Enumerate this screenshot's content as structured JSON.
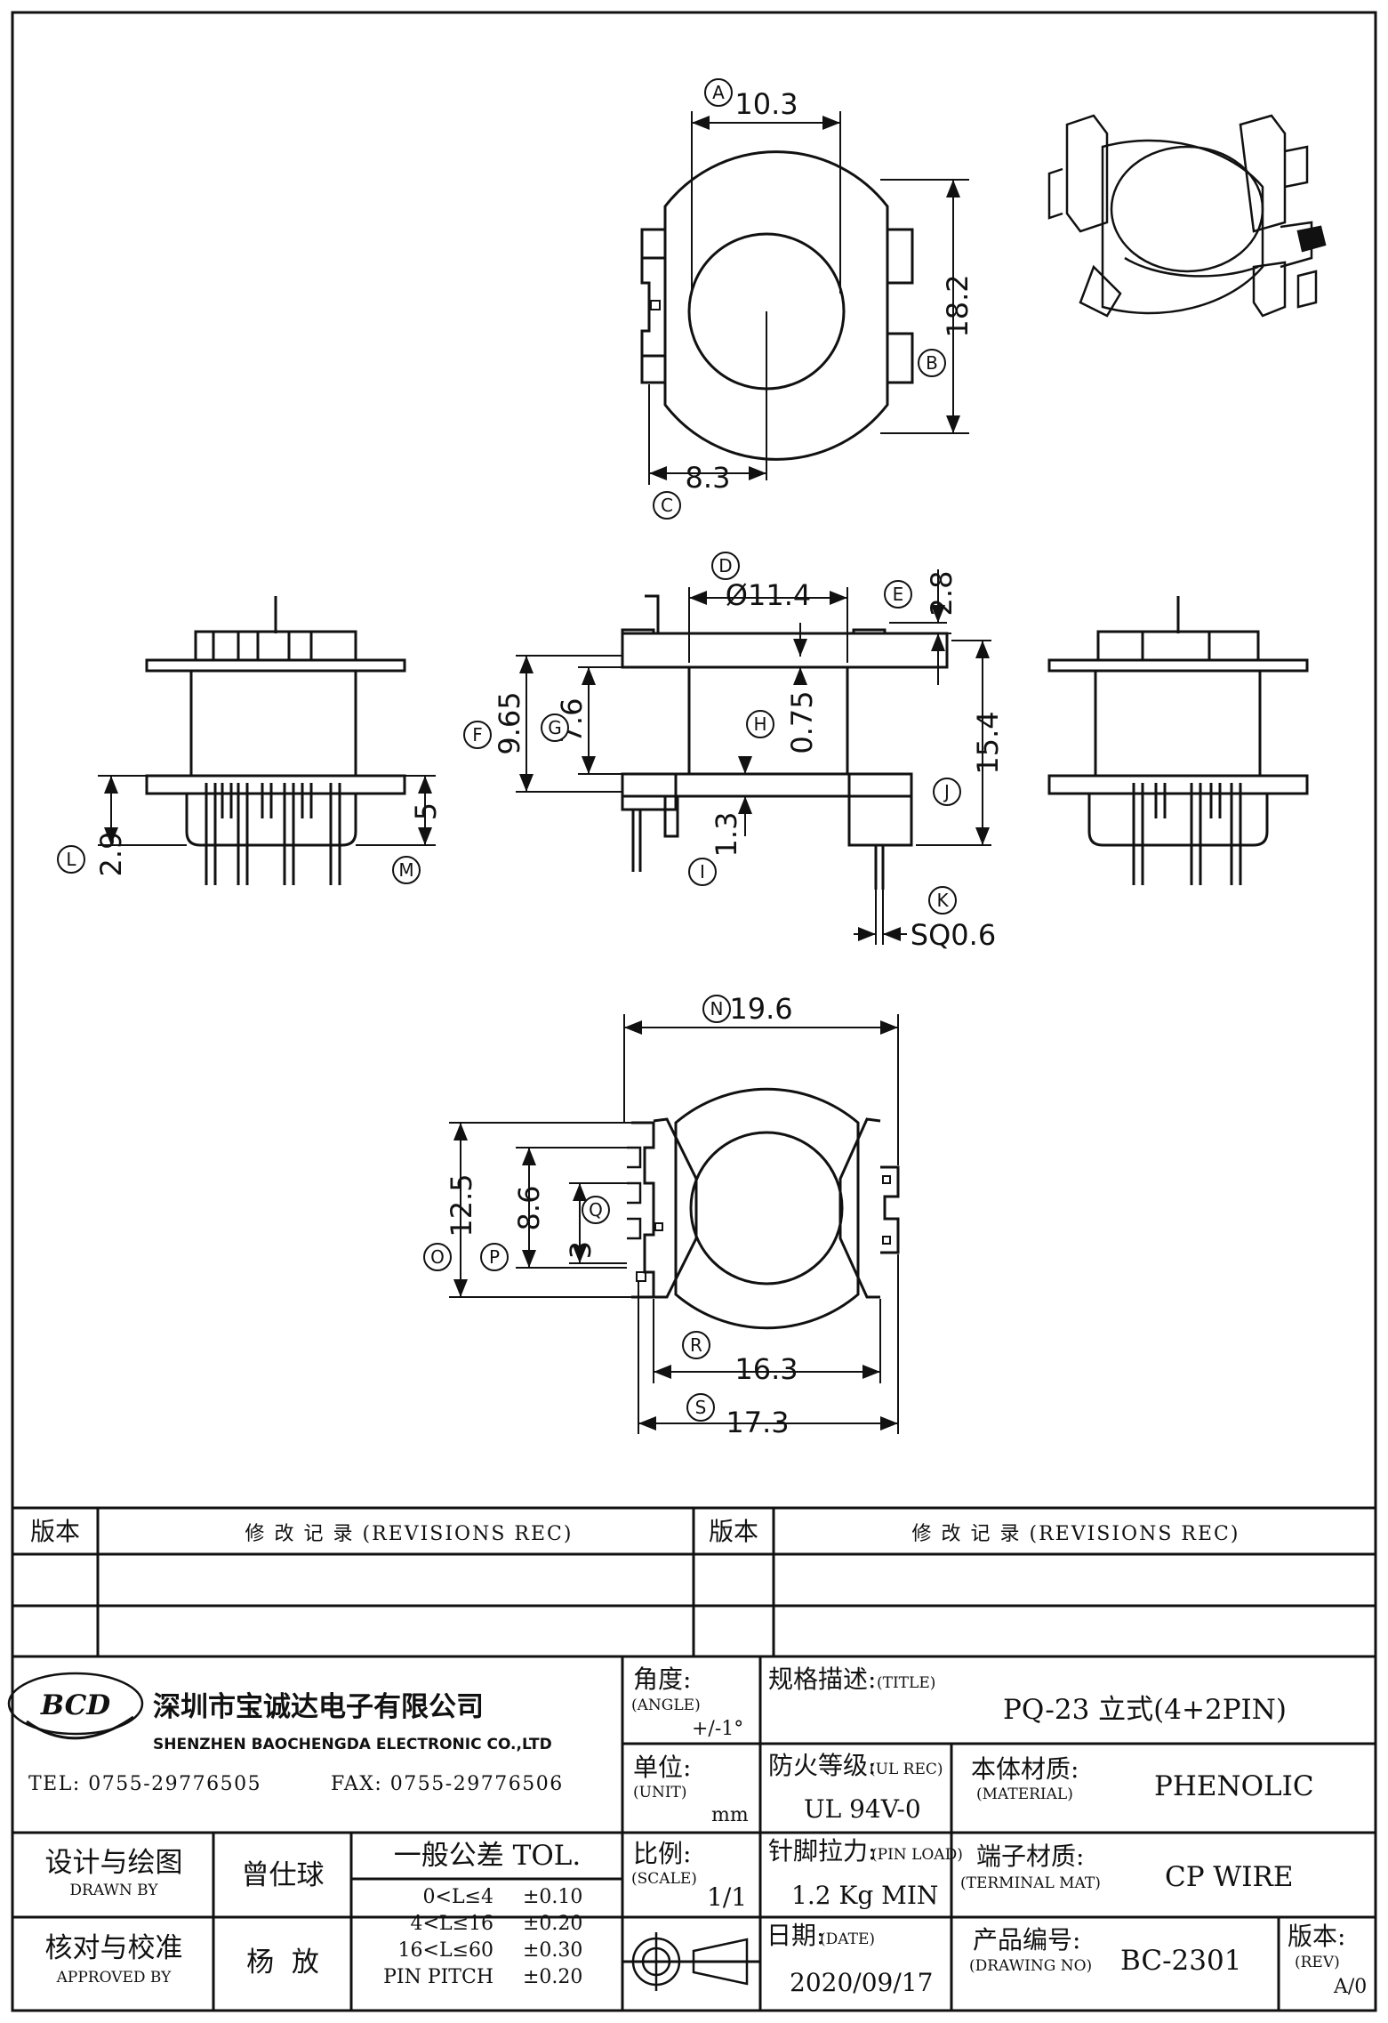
{
  "drawing": {
    "top_view": {
      "dims": {
        "a": "10.3",
        "b": "18.2",
        "c": "8.3"
      },
      "balloons": {
        "a": "A",
        "b": "B",
        "c": "C"
      }
    },
    "front_view": {
      "dims": {
        "d": "Ø11.4",
        "e": "2.8",
        "f": "9.65",
        "g": "7.6",
        "h": "0.75",
        "i": "1.3",
        "j": "15.4",
        "k": "SQ0.6"
      },
      "balloons": {
        "d": "D",
        "e": "E",
        "f": "F",
        "g": "G",
        "h": "H",
        "i": "I",
        "j": "J",
        "k": "K"
      }
    },
    "side_view": {
      "dims": {
        "l": "2.9",
        "m": "5"
      },
      "balloons": {
        "l": "L",
        "m": "M"
      }
    },
    "bottom_view": {
      "dims": {
        "n": "19.6",
        "o": "12.5",
        "p": "8.6",
        "q": "3",
        "r": "16.3",
        "s": "17.3"
      },
      "balloons": {
        "n": "N",
        "o": "O",
        "p": "P",
        "q": "Q",
        "r": "R",
        "s": "S"
      }
    }
  },
  "revisions": {
    "col_version": "版本",
    "col_records": "修 改 记 录 (REVISIONS REC)"
  },
  "company": {
    "logo_text": "BCD",
    "name_cn": "深圳市宝诚达电子有限公司",
    "name_en": "SHENZHEN BAOCHENGDA ELECTRONIC CO.,LTD",
    "tel": "TEL: 0755-29776505",
    "fax": "FAX: 0755-29776506"
  },
  "title_block": {
    "angle_label": "角度:",
    "angle_label_en": "(ANGLE)",
    "angle_value": "+/-1°",
    "title_label": "规格描述:",
    "title_label_en": "(TITLE)",
    "title_value": "PQ-23 立式(4+2PIN)",
    "unit_label": "单位:",
    "unit_label_en": "(UNIT)",
    "unit_value": "mm",
    "ul_label": "防火等级:",
    "ul_label_en": "(UL REC)",
    "ul_value": "UL 94V-0",
    "material_label": "本体材质:",
    "material_label_en": "(MATERIAL)",
    "material_value": "PHENOLIC",
    "designer_label": "设计与绘图",
    "designer_label_en": "DRAWN BY",
    "designer_value": "曾仕球",
    "tol_title": "一般公差 TOL.",
    "tol_rows": [
      {
        "range": "0<L≤4",
        "value": "±0.10"
      },
      {
        "range": "4<L≤16",
        "value": "±0.20"
      },
      {
        "range": "16<L≤60",
        "value": "±0.30"
      },
      {
        "range": "PIN PITCH",
        "value": "±0.20"
      }
    ],
    "scale_label": "比例:",
    "scale_label_en": "(SCALE)",
    "scale_value": "1/1",
    "pin_load_label": "针脚拉力:",
    "pin_load_label_en": "(PIN LOAD)",
    "pin_load_value": "1.2 Kg MIN",
    "terminal_label": "端子材质:",
    "terminal_label_en": "(TERMINAL MAT)",
    "terminal_value": "CP WIRE",
    "approver_label": "核对与校准",
    "approver_label_en": "APPROVED BY",
    "approver_value": "杨  放",
    "date_label": "日期:",
    "date_label_en": "(DATE)",
    "date_value": "2020/09/17",
    "drawing_no_label": "产品编号:",
    "drawing_no_label_en": "(DRAWING NO)",
    "drawing_no_value": "BC-2301",
    "rev_label": "版本:",
    "rev_label_en": "(REV)",
    "rev_value": "A/0"
  }
}
